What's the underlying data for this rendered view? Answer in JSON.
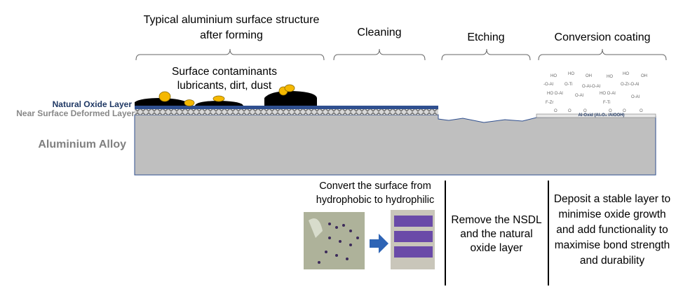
{
  "stages": {
    "forming": {
      "title": "Typical aluminium surface structure after forming",
      "contaminants": "Surface contaminants lubricants, dirt, dust"
    },
    "cleaning": {
      "title": "Cleaning",
      "description": "Convert the surface from hydrophobic to hydrophilic"
    },
    "etching": {
      "title": "Etching",
      "description": "Remove the NSDL and the natural oxide layer"
    },
    "conversion": {
      "title": "Conversion coating",
      "description": "Deposit a stable layer to minimise oxide growth and add functionality to maximise bond strength and durability",
      "oxide_label": "Al-Oxid (Al₂O₃ /AlOOH)"
    }
  },
  "layers": {
    "oxide": "Natural Oxide Layer",
    "nsdl": "Near Surface Deformed Layer",
    "alloy": "Aluminium Alloy"
  },
  "colors": {
    "oxide": "#2f4f8f",
    "alloy": "#bfbfbf",
    "contaminant": "#f5b800",
    "oxide_label": "#1f3864",
    "arrow": "#2e64b5",
    "stain": "#6a4aa8"
  }
}
